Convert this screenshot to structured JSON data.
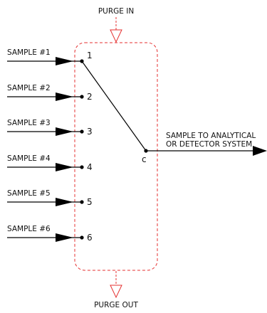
{
  "purge": {
    "in_label": "PURGE IN",
    "out_label": "PURGE OUT",
    "box_color": "#e53030"
  },
  "inputs": [
    {
      "label": "SAMPLE #1",
      "port": "1"
    },
    {
      "label": "SAMPLE #2",
      "port": "2"
    },
    {
      "label": "SAMPLE #3",
      "port": "3"
    },
    {
      "label": "SAMPLE #4",
      "port": "4"
    },
    {
      "label": "SAMPLE #5",
      "port": "5"
    },
    {
      "label": "SAMPLE #6",
      "port": "6"
    }
  ],
  "common_port": "c",
  "output": {
    "line1": "SAMPLE TO ANALYTICAL",
    "line2": "OR DETECTOR SYSTEM"
  },
  "selected_input_index": 0,
  "line_color": "#000000"
}
